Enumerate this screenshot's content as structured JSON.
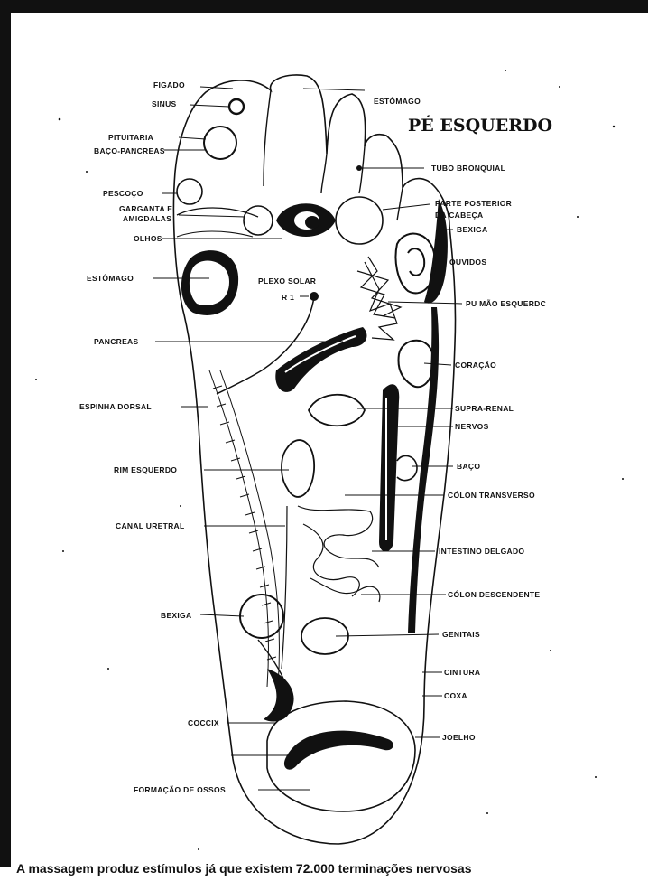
{
  "title": "PÉ ESQUERDO",
  "caption": "A massagem produz estímulos já que existem 72.000 terminações nervosas",
  "labels_left": {
    "figado": "FIGADO",
    "sinus": "SINUS",
    "pituitaria": "PITUITARIA",
    "baco_pancreas": "BAÇO-PANCREAS",
    "pescoco": "PESCOÇO",
    "garganta_e": "GARGANTA E",
    "amigdalas": "AMIGDALAS",
    "olhos": "OLHOS",
    "estomago": "ESTÔMAGO",
    "plexo_solar": "PLEXO SOLAR",
    "r1": "R 1",
    "pancreas": "PANCREAS",
    "espinha_dorsal": "ESPINHA DORSAL",
    "rim_esquerdo": "RIM ESQUERDO",
    "canal_uretral": "CANAL URETRAL",
    "bexiga": "BEXIGA",
    "coccix": "COCCIX",
    "formacao_ossos": "FORMAÇÃO DE OSSOS"
  },
  "labels_right": {
    "estomago_top": "ESTÔMAGO",
    "tubo_bronquial": "TUBO BRONQUIAL",
    "parte_posterior": "PARTE POSTERIOR",
    "da_cabeca": "DA CABEÇA",
    "bexiga": "BEXIGA",
    "ouvidos": "OUVIDOS",
    "pulmao_esquerdo": "PU MÃO ESQUERDC",
    "coracao": "CORAÇÃO",
    "supra_renal": "SUPRA-RENAL",
    "nervos": "NERVOS",
    "baco": "BAÇO",
    "colon_transverso": "CÓLON TRANSVERSO",
    "intestino_delgado": "INTESTINO DELGADO",
    "colon_descendente": "CÓLON DESCENDENTE",
    "genitais": "GENITAIS",
    "cintura": "CINTURA",
    "coxa": "COXA",
    "joelho": "JOELHO"
  },
  "colors": {
    "ink": "#111111",
    "paper": "#ffffff"
  }
}
